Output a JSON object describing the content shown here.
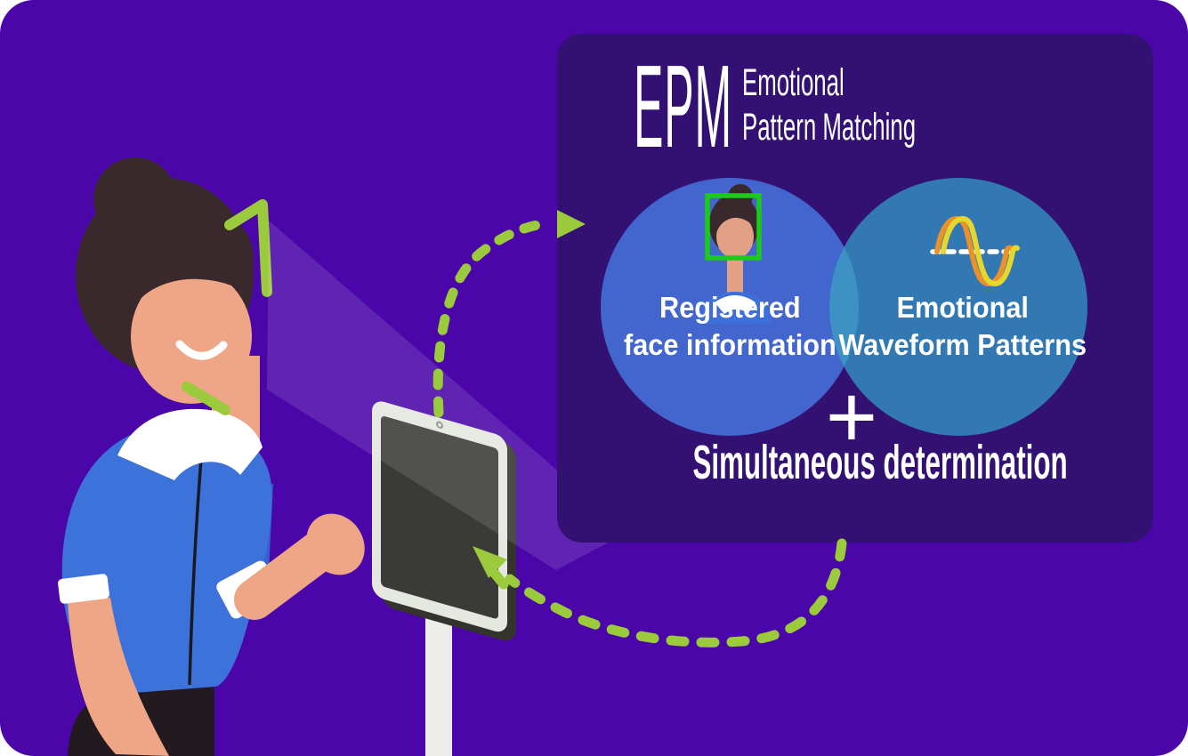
{
  "panel": {
    "background_color": "#321173",
    "title": {
      "acronym": "EPM",
      "subtitle_line1": "Emotional",
      "subtitle_line2": "Pattern Matching"
    },
    "venn": {
      "left": {
        "line1": "Registered",
        "line2": "face information",
        "icon": "face-detection-avatar-icon",
        "color": "#4365CE"
      },
      "right": {
        "line1": "Emotional",
        "line2": "Waveform Patterns",
        "icon": "waveform-icon",
        "color": "#3278B2"
      },
      "overlap_color": "#3D91C5"
    },
    "plus_symbol": "+",
    "caption": "Simultaneous determination"
  },
  "scene": {
    "background_color": "#4A06A8",
    "accent_green": "#9CCA3D",
    "detection_box_green": "#1DC919",
    "wave_colors": {
      "orange": "#E8912D",
      "yellow": "#E5D72E"
    },
    "icons": {
      "capture_frame": "face-capture-frame-icon",
      "camera_beam": "camera-beam",
      "kiosk": "kiosk-tablet",
      "cursor": "cursor-arrow-icon",
      "arrow_to_panel": "dashed-arrow-to-panel",
      "arrow_to_kiosk": "dashed-arrow-to-kiosk"
    }
  }
}
